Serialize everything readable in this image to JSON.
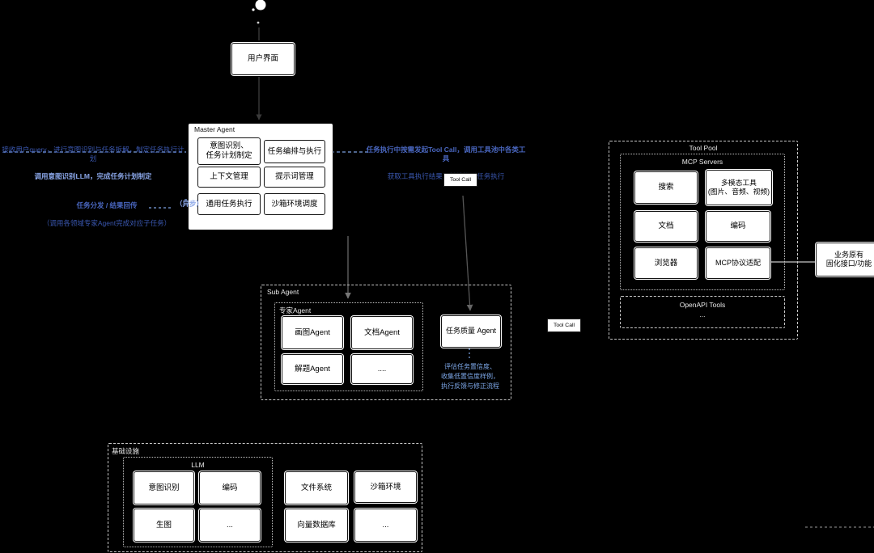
{
  "ui": {
    "user_interface": "用户界面"
  },
  "master_agent": {
    "title": "Master Agent",
    "intent": "意图识别、\n任务计划制定",
    "orchestration": "任务编排与执行",
    "context": "上下文管理",
    "prompt": "提示词管理",
    "general_task": "通用任务执行",
    "sandbox_dispatch": "沙箱环境调度"
  },
  "annotations": {
    "plan_line1": "接收用户query，进行意图识别与任务拆解，制定任务执行计划",
    "plan_line2": "调用意图识别LLM，完成任务计划制定",
    "dispatch_line1": "任务分发 / 结果回传",
    "dispatch_line2": "（调用各领域专家Agent完成对应子任务）",
    "dispatch_side": "（异步）",
    "tool_line1": "任务执行中按需发起Tool Call，调用工具池中各类工具",
    "tool_line2": "获取工具执行结果，继续推进任务执行"
  },
  "tool_call_label": "Tool Call",
  "tool_pool": {
    "title": "Tool Pool",
    "mcp_servers": "MCP Servers",
    "search": "搜索",
    "multimodal": "多模态工具\n(图片、音频、视频)",
    "docs": "文档",
    "coding": "编码",
    "browser": "浏览器",
    "mcp_adapter": "MCP协议适配",
    "openapi": "OpenAPI Tools",
    "openapi_more": "...",
    "external": "业务原有\n固化接口/功能"
  },
  "sub_agent": {
    "title": "Sub Agent",
    "expert_group": "专家Agent",
    "draw": "画图Agent",
    "doc": "文档Agent",
    "solve": "解题Agent",
    "more": "....",
    "quality": "任务质量 Agent",
    "quality_note": "评估任务置信度、\n收集低置信度样例，\n执行反馈与修正流程"
  },
  "infrastructure": {
    "title": "基础设施",
    "llm": "LLM",
    "intent": "意图识别",
    "coding": "编码",
    "imagegen": "生图",
    "more": "...",
    "filesystem": "文件系统",
    "sandbox": "沙箱环境",
    "vectordb": "向量数据库",
    "more2": "..."
  },
  "colors": {
    "annotation_dim": "#3a57b0",
    "annotation_bright": "#8aa6e8",
    "quality_note": "#7da7e8",
    "node_fill": "#ffffff",
    "container_stroke": "#c6c6c6"
  }
}
